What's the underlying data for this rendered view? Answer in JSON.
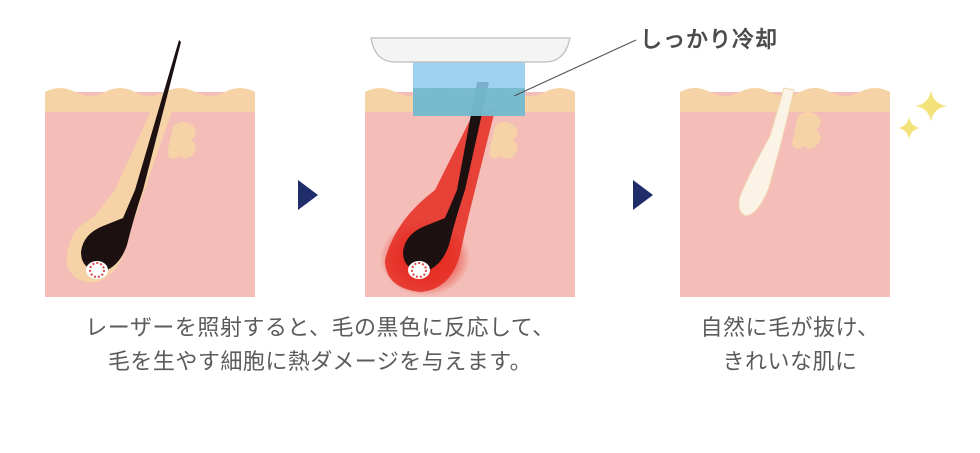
{
  "cooling_label": "しっかり冷却",
  "captions": {
    "left": [
      "レーザーを照射すると、毛の黒色に反応して、",
      "毛を生やす細胞に熱ダメージを与えます。"
    ],
    "right": [
      "自然に毛が抜け、",
      "きれいな肌に"
    ]
  },
  "colors": {
    "skin": "#f4bdb7",
    "epidermis": "#f6d3a6",
    "hair": "#1c1010",
    "laser_red": "#e52c22",
    "arrow": "#1f2d6b",
    "cooling_blue": "#8ec9ee",
    "sparkle": "#f3e27a"
  }
}
